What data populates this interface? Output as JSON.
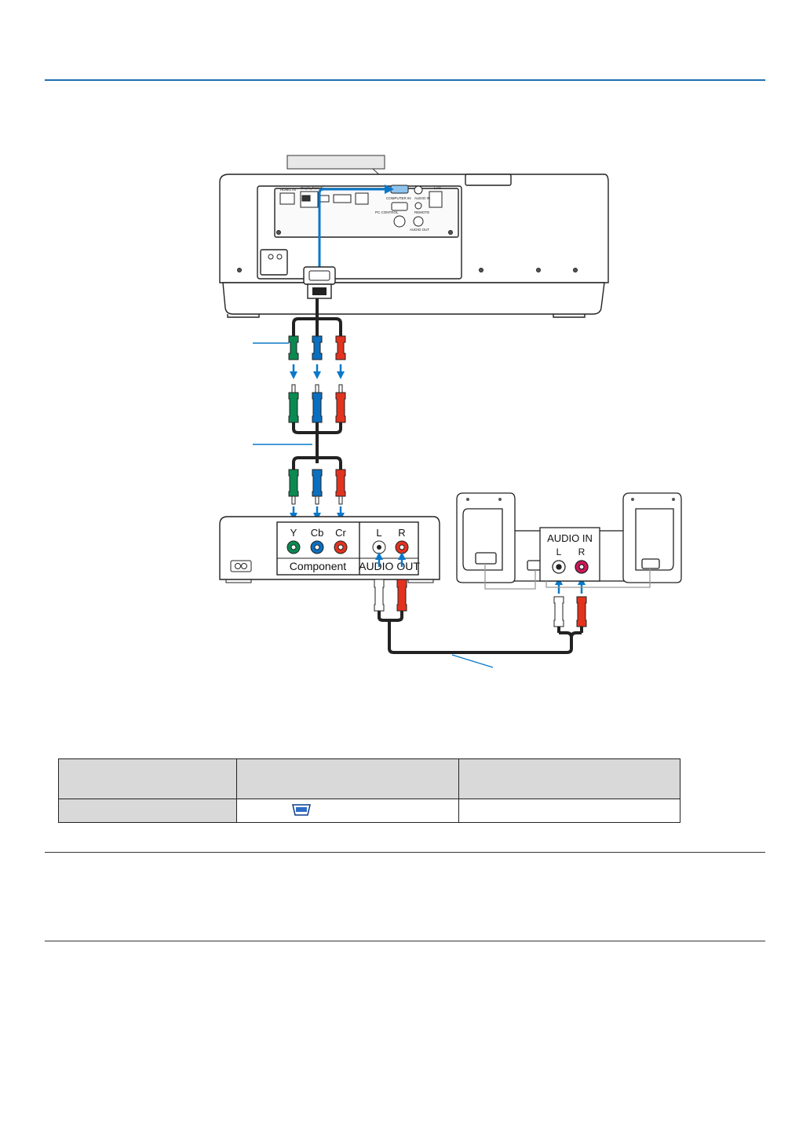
{
  "colors": {
    "accent_rule": "#1f6fb5",
    "cable_blue": "#0a78c8",
    "rca_green": "#0a8a52",
    "rca_blue": "#0b6fc0",
    "rca_red": "#e2331f",
    "rca_white": "#ffffff",
    "device_outline": "#222222",
    "table_header": "#d9d9d9"
  },
  "equipment": {
    "projector_ports": {
      "hdmi1": "HDMI1 IN",
      "displayport": "DisplayPort IN",
      "computer": "COMPUTER IN",
      "audio": "AUDIO IN",
      "lan": "LAN",
      "pc_control": "PC CONTROL",
      "remote": "REMOTE",
      "audio_out": "AUDIO OUT"
    },
    "player": {
      "component_pins": [
        "Y",
        "Cb",
        "Cr"
      ],
      "component_label": "Component",
      "audio_pins": [
        "L",
        "R"
      ],
      "audio_label": "AUDIO OUT"
    },
    "speakers": {
      "title": "AUDIO IN",
      "pins": [
        "L",
        "R"
      ]
    }
  },
  "icons": {
    "computer_port": "vga-port-icon",
    "arrow": "arrow-down-icon"
  }
}
